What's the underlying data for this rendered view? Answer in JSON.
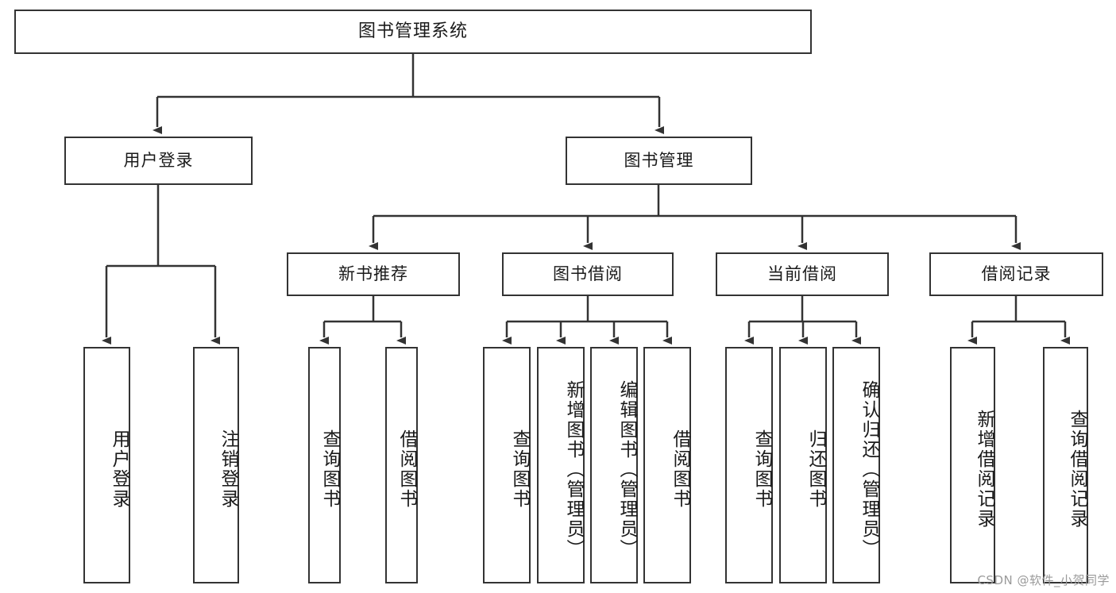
{
  "diagram": {
    "title": "图书管理系统",
    "type": "tree",
    "watermark": "CSDN @软件_小贺同学",
    "stroke_color": "#333333",
    "fill_color": "#ffffff",
    "text_color": "#1a1a1a"
  },
  "nodes": {
    "root": "图书管理系统",
    "level1": [
      "用户登录",
      "图书管理"
    ],
    "level2": [
      "新书推荐",
      "图书借阅",
      "当前借阅",
      "借阅记录"
    ],
    "leaves": {
      "user_login": [
        "用户登录",
        "注销登录"
      ],
      "new_book": [
        "查询图书",
        "借阅图书"
      ],
      "book_borrow": [
        "查询图书",
        "新增图书（管理员）",
        "编辑图书（管理员）",
        "借阅图书"
      ],
      "current_borrow": [
        "查询图书",
        "归还图书",
        "确认归还（管理员）"
      ],
      "borrow_record": [
        "新增借阅记录",
        "查询借阅记录"
      ]
    }
  }
}
